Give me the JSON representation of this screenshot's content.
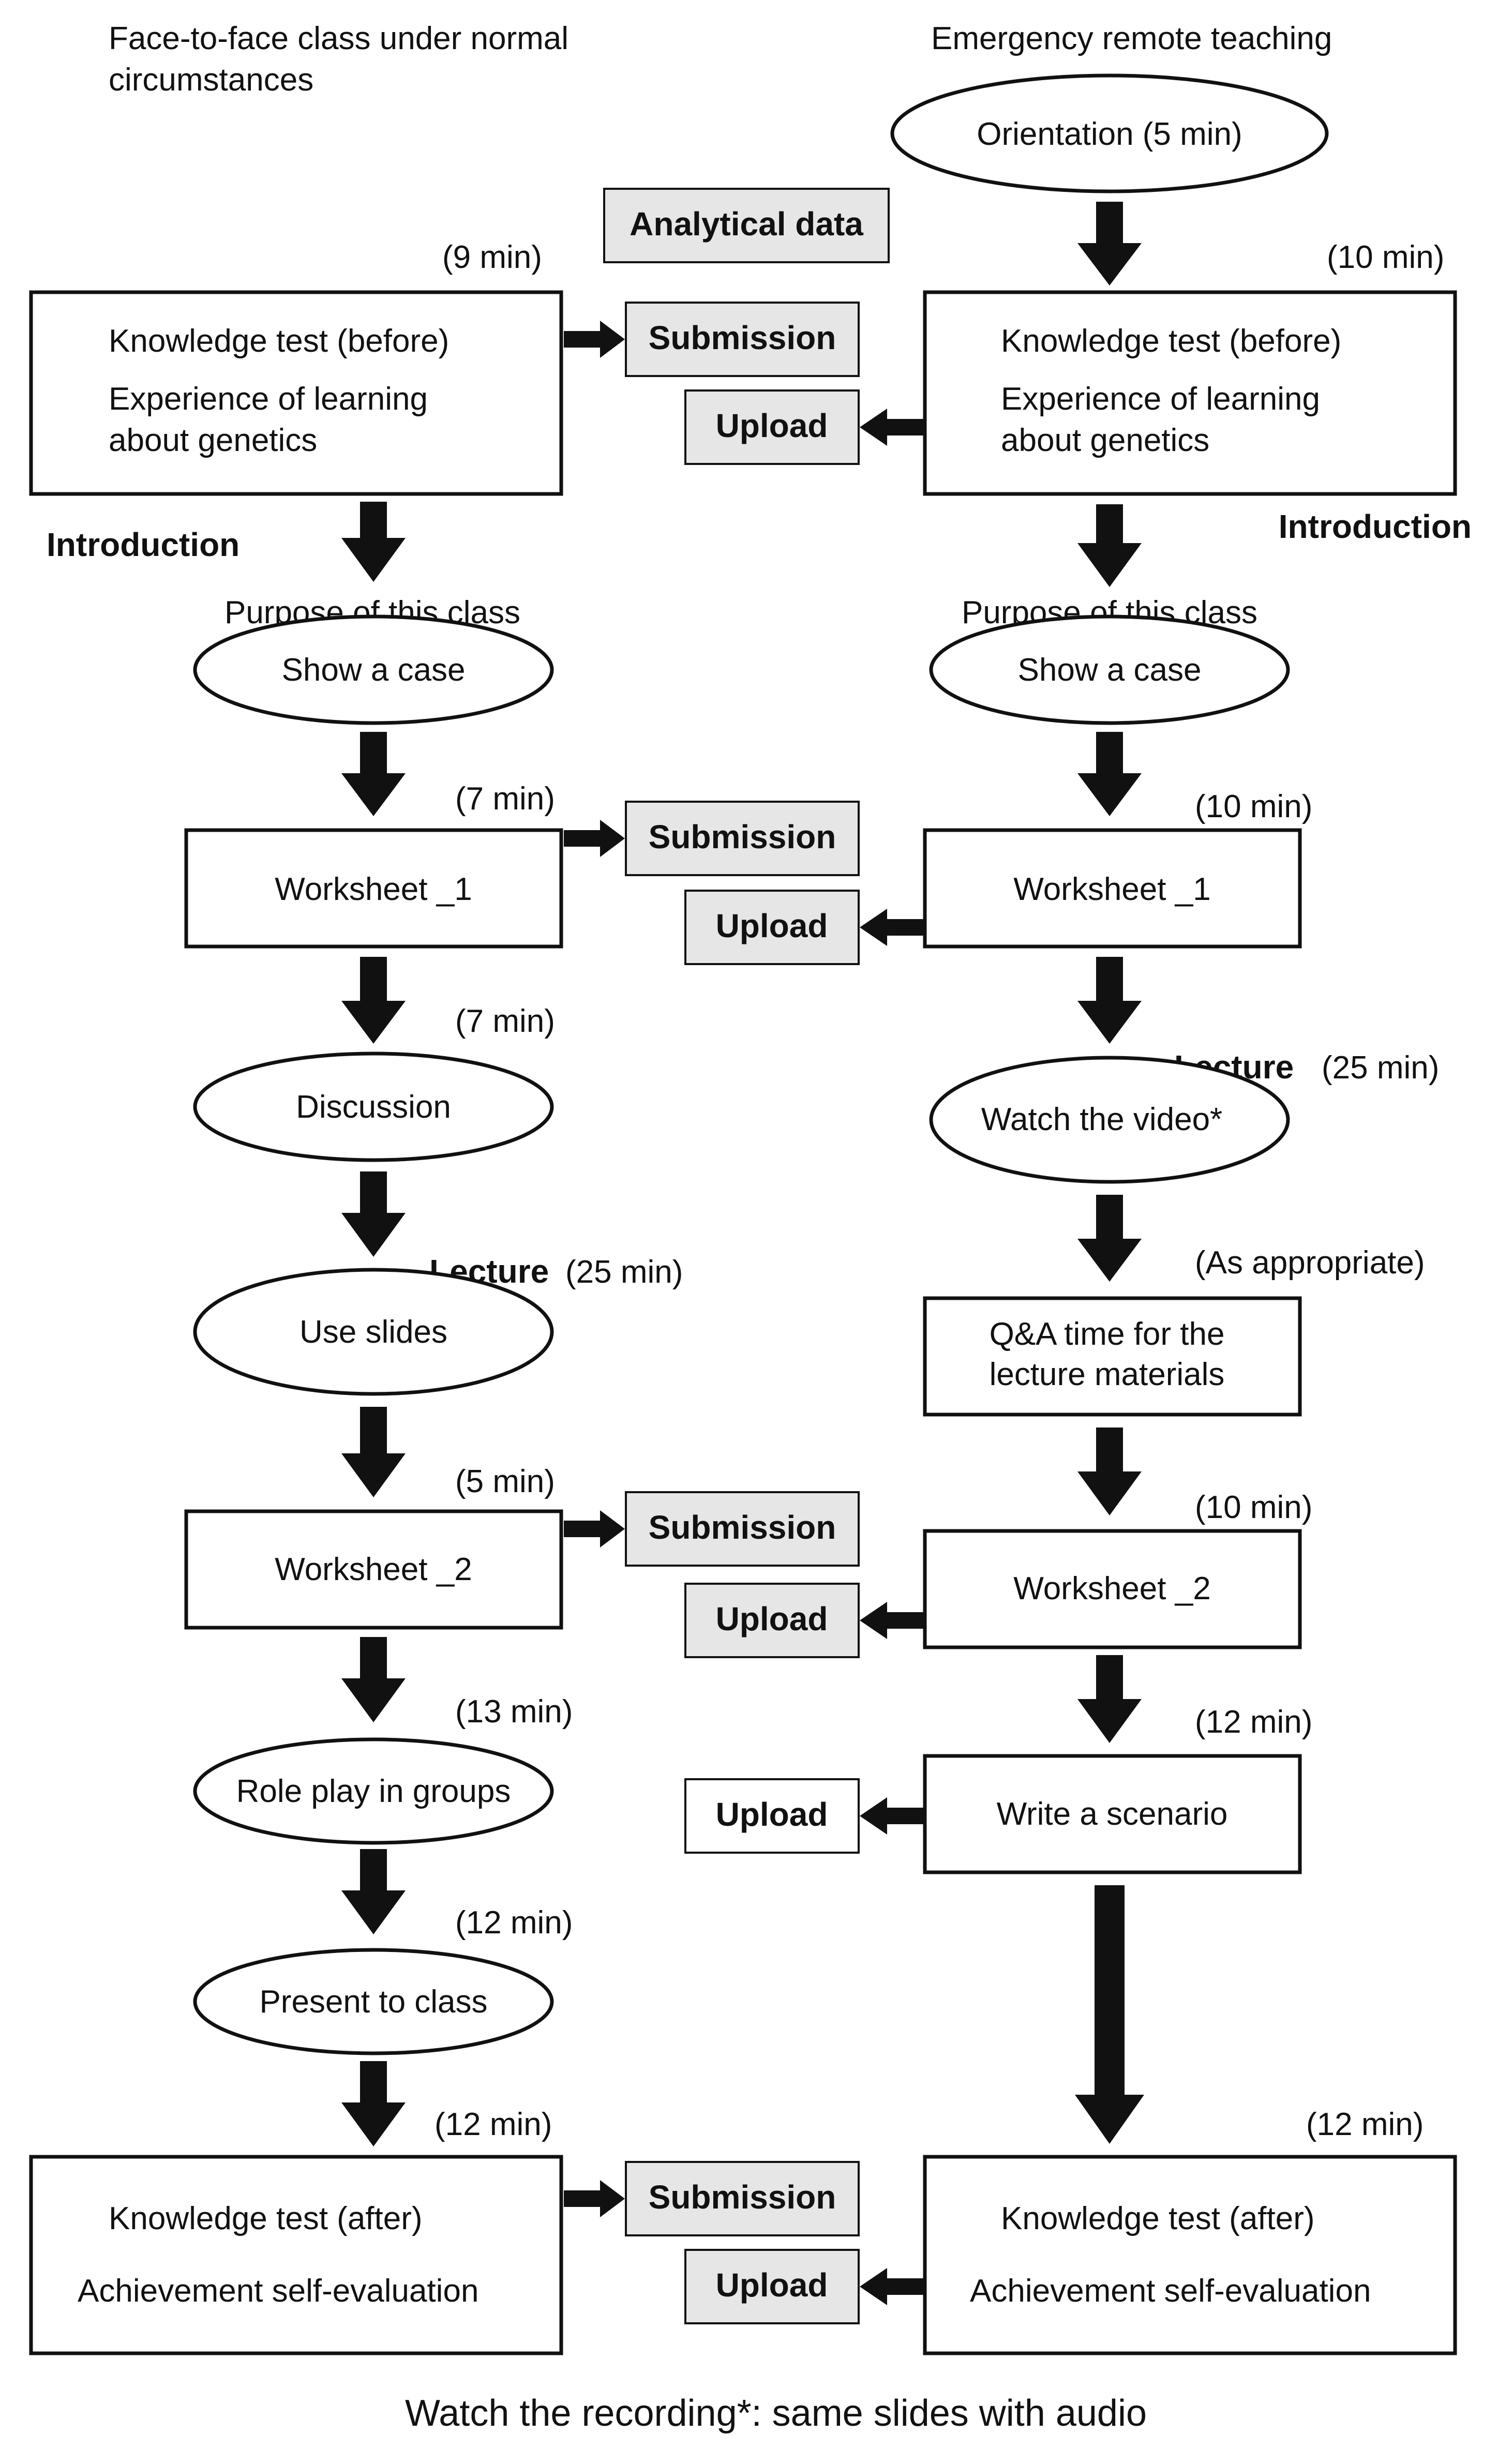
{
  "headers": {
    "left_line1": "Face-to-face class under normal",
    "left_line2": "circumstances",
    "right": "Emergency remote teaching"
  },
  "center": {
    "analytical_data": "Analytical data",
    "submission": "Submission",
    "upload": "Upload"
  },
  "left": {
    "intro_label": "Introduction",
    "purpose": "Purpose of this class",
    "pretest": {
      "time": "(9 min)",
      "line1": "Knowledge test (before)",
      "line2": "Experience of learning",
      "line3": "about genetics"
    },
    "show_case": "Show a case",
    "ws1": {
      "time": "(7 min)",
      "label": "Worksheet _1"
    },
    "discussion": {
      "time": "(7 min)",
      "label": "Discussion"
    },
    "lecture": {
      "label": "Lecture",
      "time": "(25 min)",
      "node": "Use slides"
    },
    "ws2": {
      "time": "(5 min)",
      "label": "Worksheet _2"
    },
    "roleplay": {
      "time": "(13 min)",
      "label": "Role play in groups"
    },
    "present": {
      "time": "(12 min)",
      "label": "Present to class"
    },
    "posttest": {
      "time": "(12 min)",
      "line1": "Knowledge test (after)",
      "line2": "Achievement self-evaluation"
    }
  },
  "right": {
    "orientation": "Orientation    (5 min)",
    "pretest": {
      "time": "(10 min)",
      "line1": "Knowledge test (before)",
      "line2": "Experience of learning",
      "line3": "about genetics"
    },
    "intro_label": "Introduction",
    "purpose": "Purpose of this class",
    "show_case": "Show a case",
    "ws1": {
      "time": "(10 min)",
      "label": "Worksheet _1"
    },
    "lecture": {
      "label": "Lecture",
      "time": "(25 min)",
      "node": "Watch the video*"
    },
    "qa": {
      "time": "(As appropriate)",
      "line1": "Q&A time for the",
      "line2": "lecture materials"
    },
    "ws2": {
      "time": "(10 min)",
      "label": "Worksheet _2"
    },
    "scenario": {
      "time": "(12 min)",
      "label": "Write a scenario"
    },
    "posttest": {
      "time": "(12 min)",
      "line1": "Knowledge test (after)",
      "line2": "Achievement self-evaluation"
    }
  },
  "footnote": "Watch the recording*: same slides with audio"
}
